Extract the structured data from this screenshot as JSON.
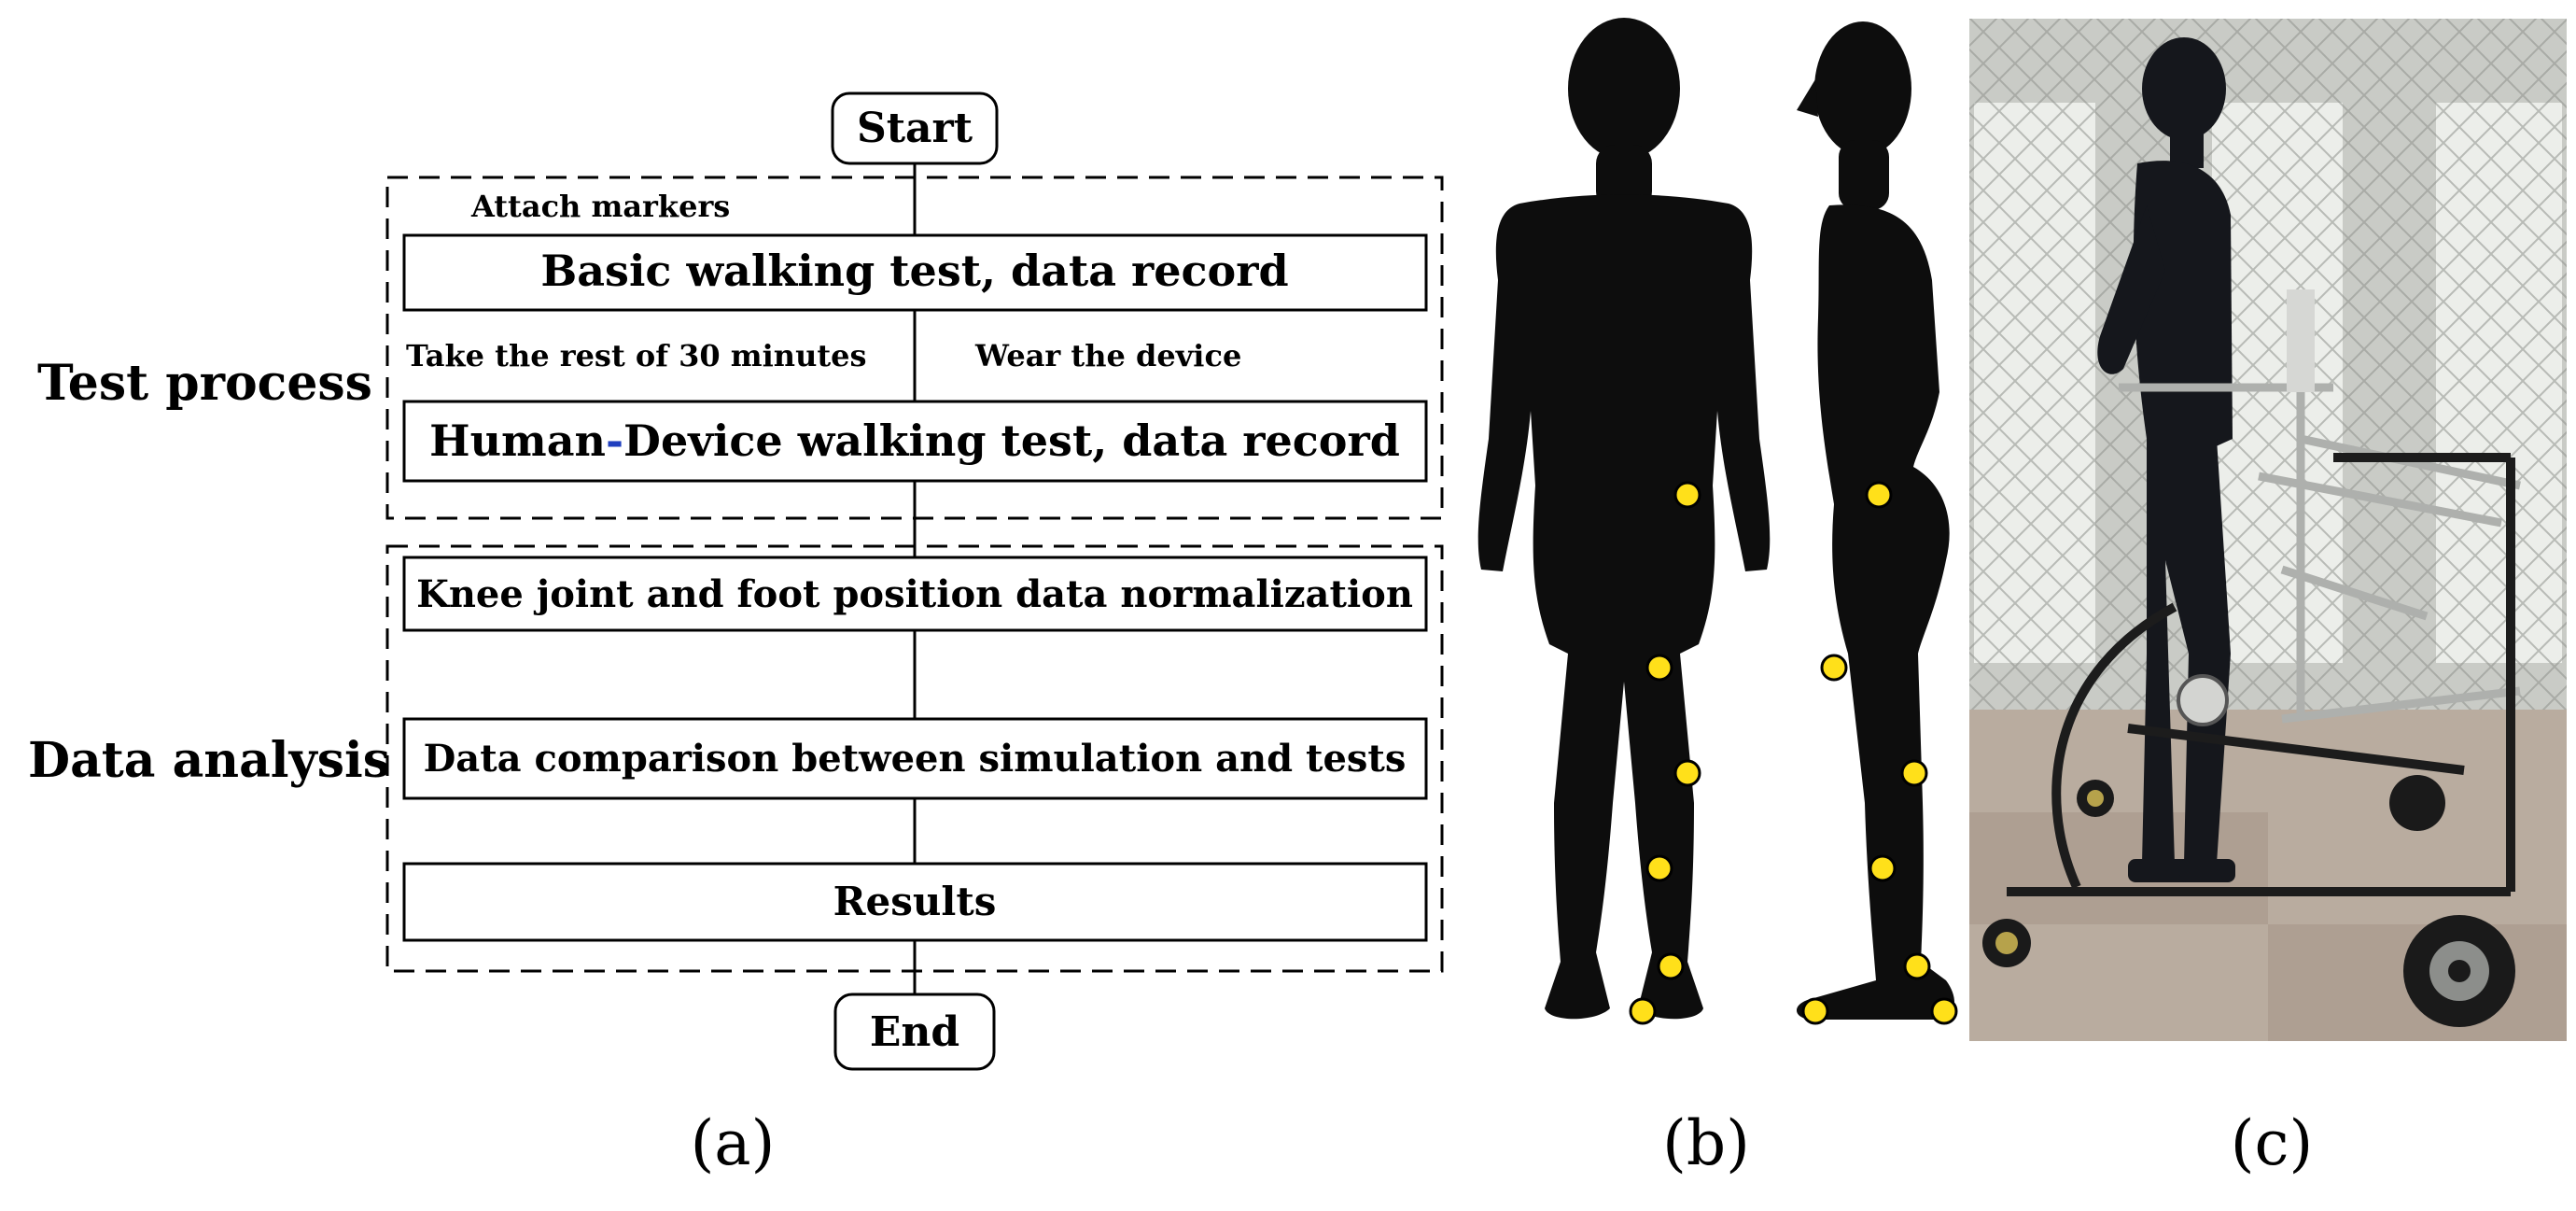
{
  "flowchart": {
    "start": "Start",
    "end": "End",
    "group_labels": {
      "test_process": "Test process",
      "data_analysis": "Data analysis"
    },
    "attach_markers": "Attach markers",
    "step_basic": "Basic walking test, data record",
    "rest_note": "Take the rest of 30 minutes",
    "wear_note": "Wear the device",
    "step_human_device_prefix": "Human",
    "step_human_device_dash": "-",
    "step_human_device_suffix": "Device walking test, data record",
    "step_normalization": "Knee joint and foot position data normalization",
    "step_comparison": "Data comparison between simulation and tests",
    "step_results": "Results"
  },
  "panels": {
    "captions": [
      "(a)",
      "(b)",
      "(c)"
    ]
  },
  "colors": {
    "marker": "#ffe01a",
    "silhouette": "#0d0d0d",
    "dash_accent": "#1f3fbf"
  }
}
